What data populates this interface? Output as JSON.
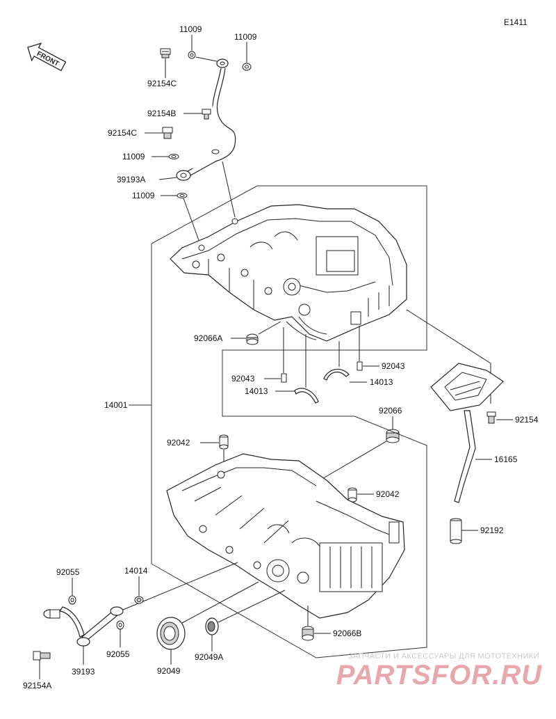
{
  "diagram_code": "E1411",
  "front_label": "FRONT",
  "callouts": {
    "c11009_a": "11009",
    "c11009_b": "11009",
    "c92154C_top": "92154C",
    "c92154B": "92154B",
    "c92154C_mid": "92154C",
    "c11009_c": "11009",
    "c39193A": "39193A",
    "c11009_d": "11009",
    "c92066A": "92066A",
    "c92043_left": "92043",
    "c92043_right": "92043",
    "c14013_left": "14013",
    "c14013_right": "14013",
    "c14001": "14001",
    "c92066": "92066",
    "c92154": "92154",
    "c16165": "16165",
    "c92042_left": "92042",
    "c92042_right": "92042",
    "c92192": "92192",
    "c92055_top": "92055",
    "c14014": "14014",
    "c92055_bot": "92055",
    "c39193": "39193",
    "c92049": "92049",
    "c92049A": "92049A",
    "c92066B": "92066B",
    "c92154A": "92154A"
  },
  "watermark": {
    "subtitle": "ЗАПЧАСТИ И АКСЕССУАРЫ ДЛЯ МОТОТЕХНИКИ",
    "logo": "PARTSFOR.RU"
  }
}
